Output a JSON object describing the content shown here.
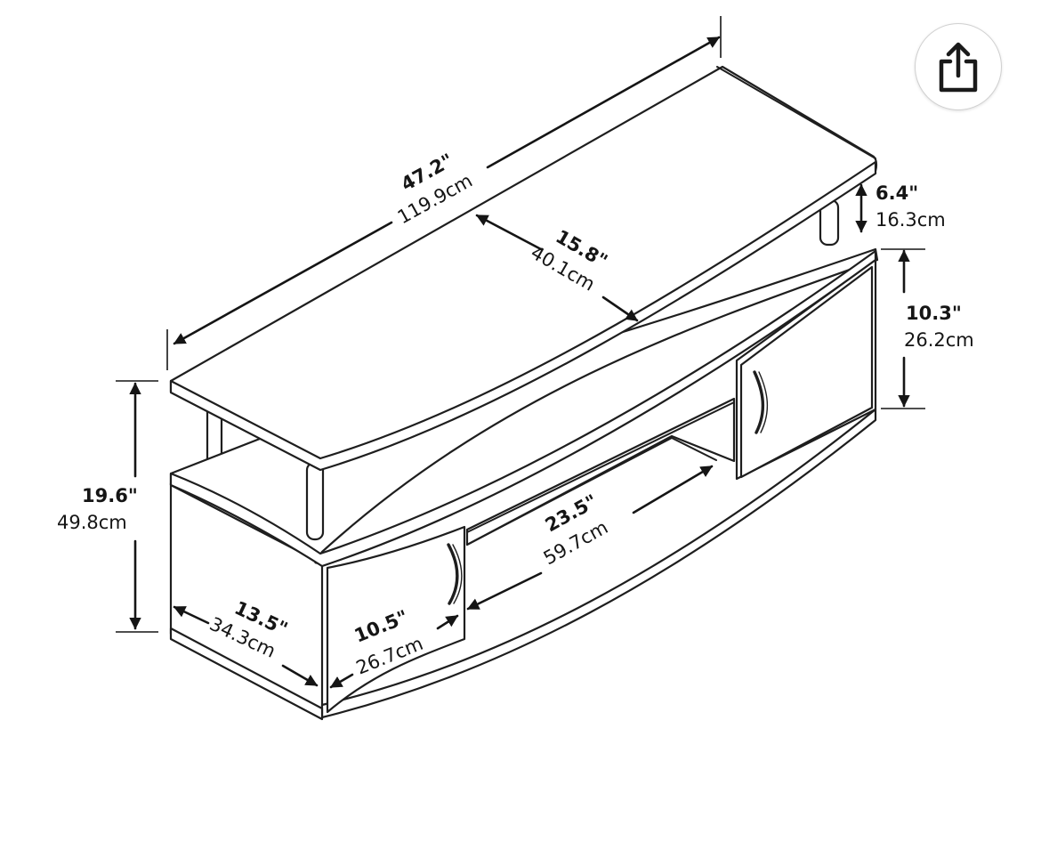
{
  "dimensions": {
    "width_total": {
      "inches": "47.2\"",
      "cm": "119.9cm"
    },
    "depth_top": {
      "inches": "15.8\"",
      "cm": "40.1cm"
    },
    "top_clearance": {
      "inches": "6.4\"",
      "cm": "16.3cm"
    },
    "cabinet_height": {
      "inches": "10.3\"",
      "cm": "26.2cm"
    },
    "height_total": {
      "inches": "19.6\"",
      "cm": "49.8cm"
    },
    "shelf_width": {
      "inches": "23.5\"",
      "cm": "59.7cm"
    },
    "cabinet_depth": {
      "inches": "13.5\"",
      "cm": "34.3cm"
    },
    "cabinet_width": {
      "inches": "10.5\"",
      "cm": "26.7cm"
    }
  },
  "share": {
    "icon": "share-icon"
  },
  "colors": {
    "line": "#1e1e1e",
    "background": "#ffffff",
    "button_border": "#d0d0d0"
  }
}
